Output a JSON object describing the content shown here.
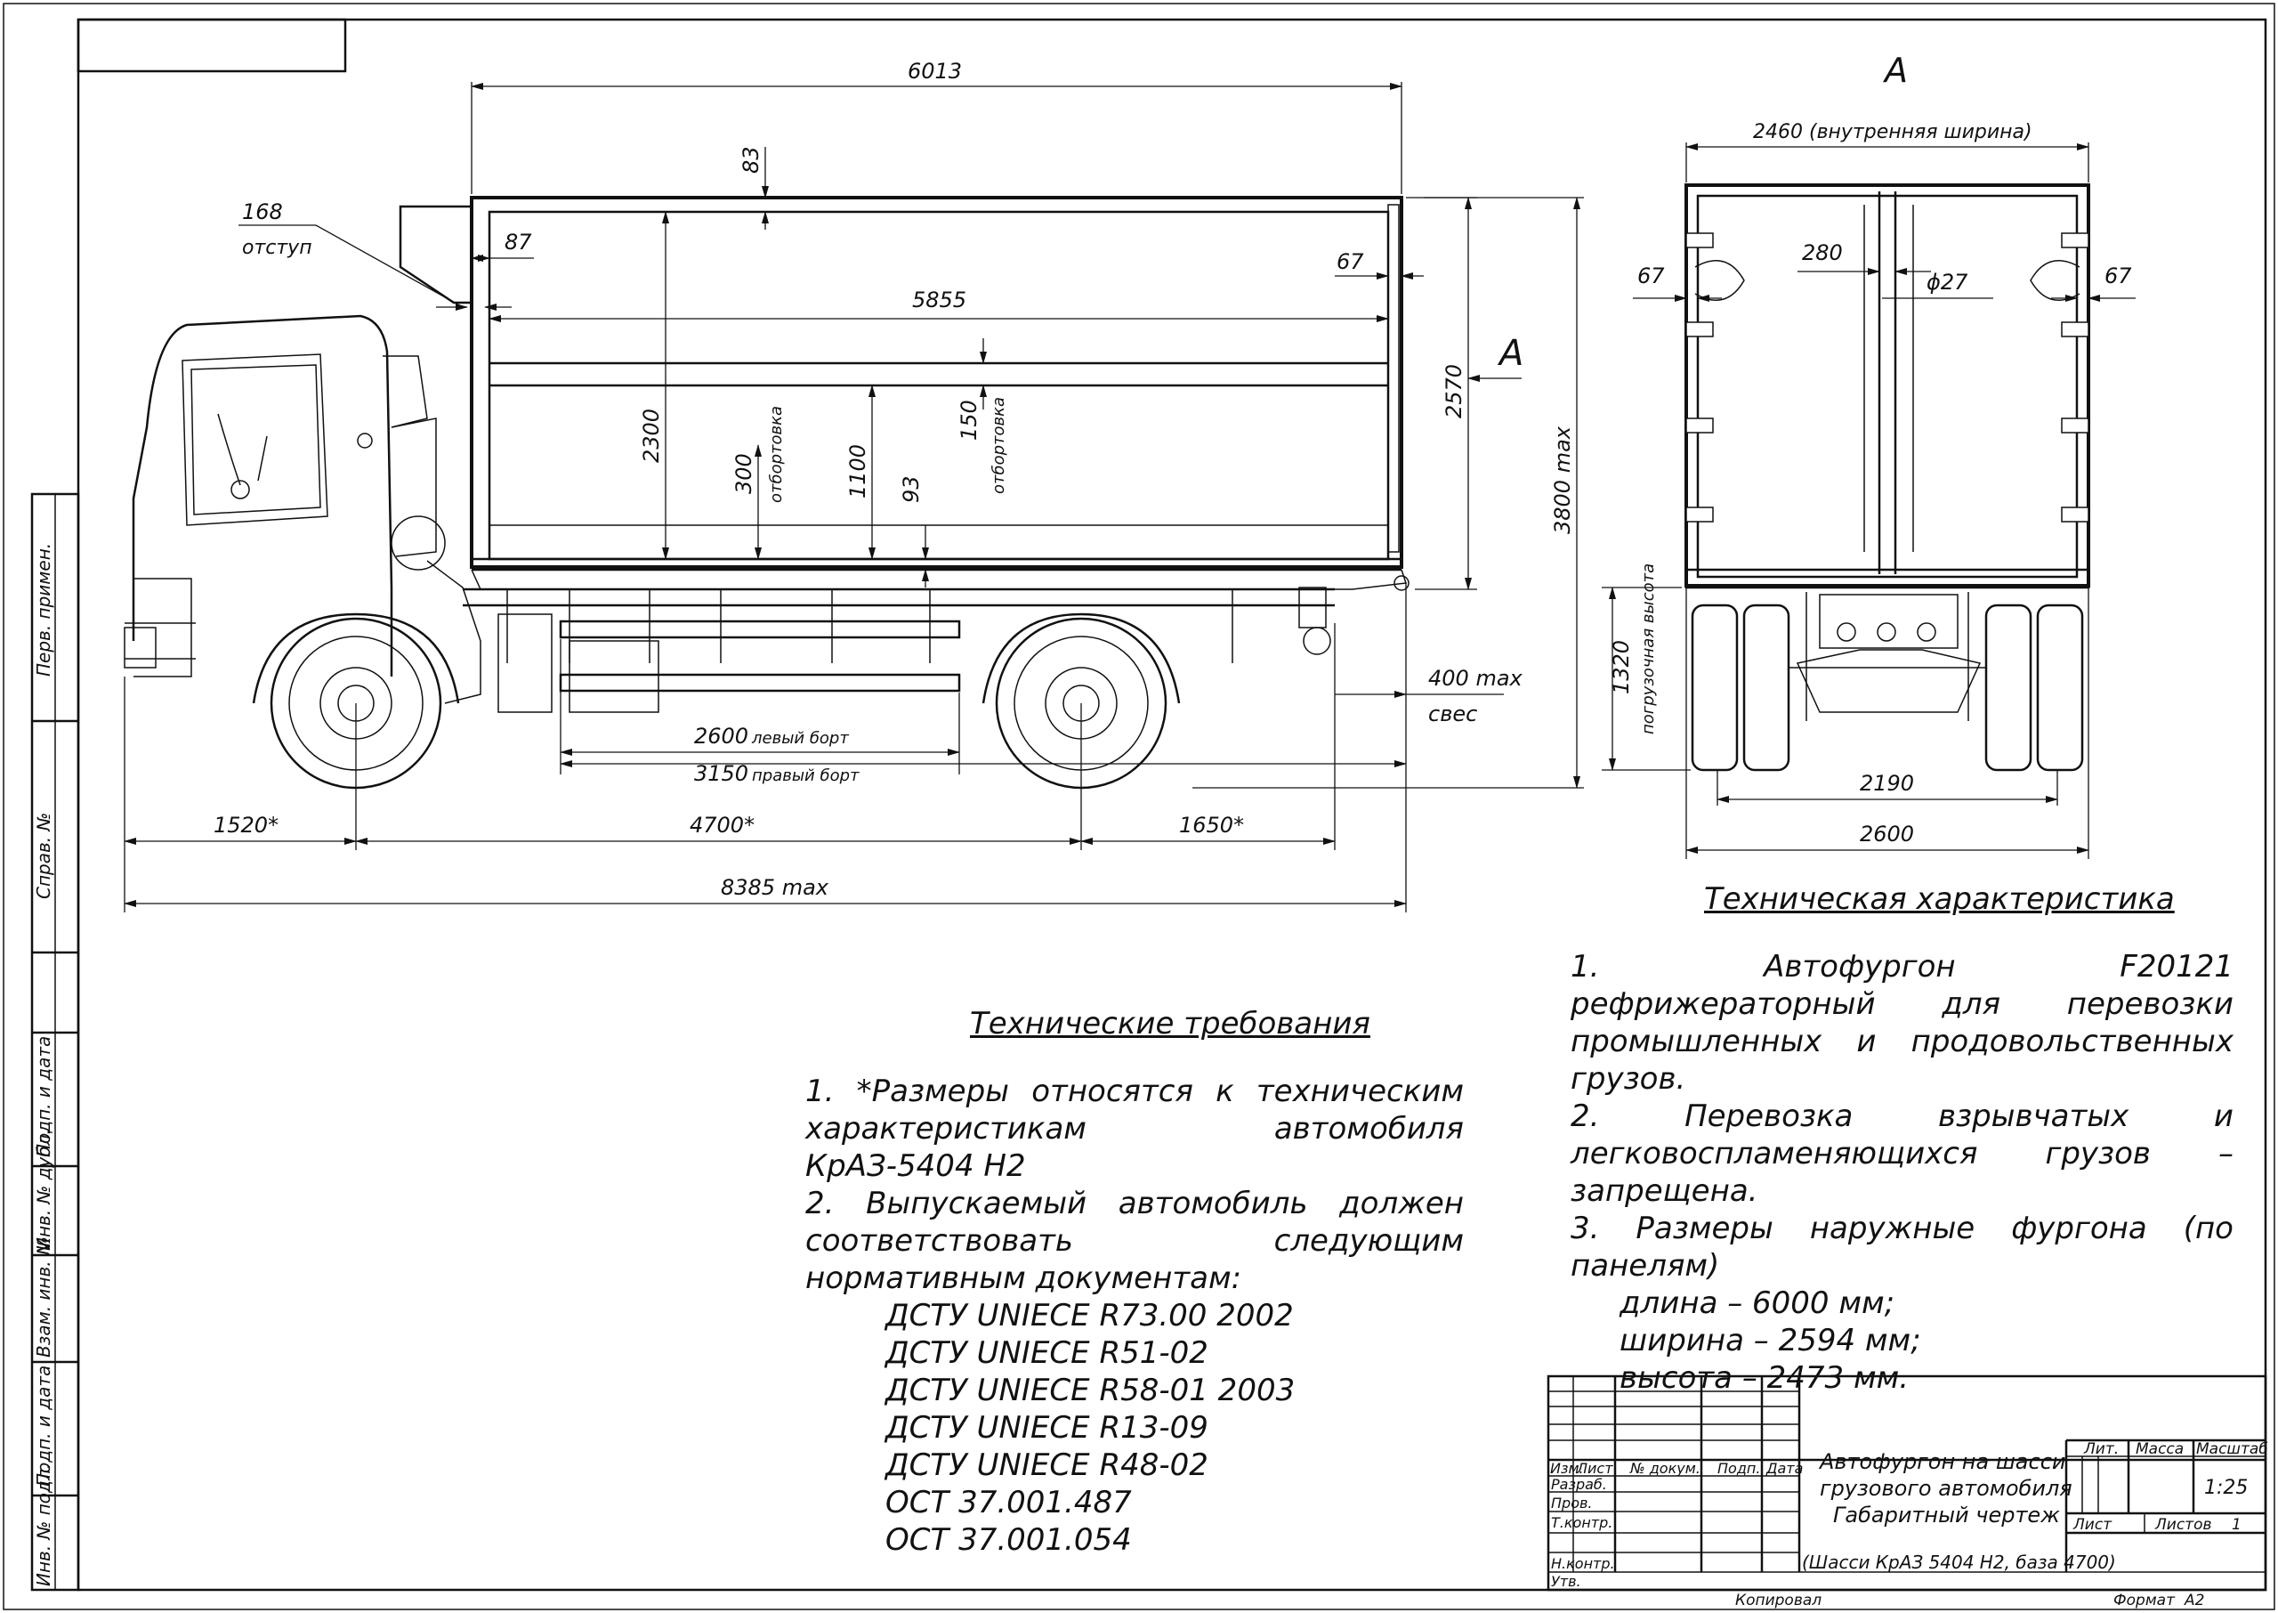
{
  "view_label": "A",
  "section_label": "A",
  "side_view": {
    "dims": {
      "body_length": "6013",
      "roof_thickness": "83",
      "offset_value": "168",
      "offset_label": "отступ",
      "front_wall": "87",
      "rear_wall": "67",
      "inner_length": "5855",
      "inner_height_2300": "2300",
      "board_300": "300",
      "board_300_label": "отбортовка",
      "h_1100": "1100",
      "h_93": "93",
      "board_150": "150",
      "board_150_label": "отбортовка",
      "body_height": "2570",
      "total_height": "3800 max",
      "overhang_value": "400 max",
      "overhang_label": "свес",
      "left_board": "2600",
      "left_board_label": "левый борт",
      "right_board": "3150",
      "right_board_label": "правый борт",
      "front_overhang": "1520*",
      "wheelbase": "4700*",
      "rear_overhang": "1650*",
      "total_length": "8385 max"
    }
  },
  "rear_view": {
    "dims": {
      "inner_width": "2460 (внутренняя ширина)",
      "left_wall": "67",
      "right_wall": "67",
      "gap_280": "280",
      "hole": "ϕ27",
      "loading_height": "1320",
      "loading_height_label": "погрузочная высота",
      "track": "2190",
      "total_width": "2600"
    }
  },
  "tech_spec": {
    "heading": "Техническая характеристика",
    "lines": [
      "1. Автофургон F20121 рефрижераторный для перевозки промышленных и продовольственных грузов.",
      "2. Перевозка взрывчатых и легковоспламеняющихся грузов – запрещена.",
      "3. Размеры наружные фургона (по панелям)"
    ],
    "sizes": [
      "длина – 6000 мм;",
      "ширина – 2594 мм;",
      "высота – 2473 мм."
    ]
  },
  "tech_req": {
    "heading": "Технические требования",
    "lines": [
      "1. *Размеры относятся к техническим характеристикам автомобиля КрАЗ-5404 Н2",
      "2. Выпускаемый автомобиль должен соответствовать следующим нормативным документам:"
    ],
    "docs": [
      "ДСТУ UNIECE R73.00 2002",
      "ДСТУ UNIECE R51-02",
      "ДСТУ UNIECE R58-01 2003",
      "ДСТУ UNIECE R13-09",
      "ДСТУ UNIECE R48-02",
      "ОСТ 37.001.487",
      "ОСТ 37.001.054"
    ]
  },
  "left_margin": {
    "cells": [
      "Перв. примен.",
      "Справ. №",
      "Подп. и дата",
      "Инв. № дубл.",
      "Взам. инв. №",
      "Подп. и дата",
      "Инв. № подл."
    ]
  },
  "title_block": {
    "col_headers": [
      "Изм.",
      "Лист",
      "№ докум.",
      "Подп.",
      "Дата"
    ],
    "row_labels": [
      "Разраб.",
      "Пров.",
      "Т.контр.",
      "Н.контр.",
      "Утв."
    ],
    "title_lines": [
      "Автофургон на шасси",
      "грузового автомобиля",
      "Габаритный чертеж"
    ],
    "chassis": "(Шасси КрАЗ 5404 Н2, база 4700)",
    "lit_label": "Лит.",
    "mass_label": "Масса",
    "scale_label": "Масштаб",
    "scale": "1:25",
    "sheet_label": "Лист",
    "sheets_label": "Листов",
    "sheets": "1",
    "copied_label": "Копировал",
    "format_label": "Формат",
    "format": "А2"
  }
}
